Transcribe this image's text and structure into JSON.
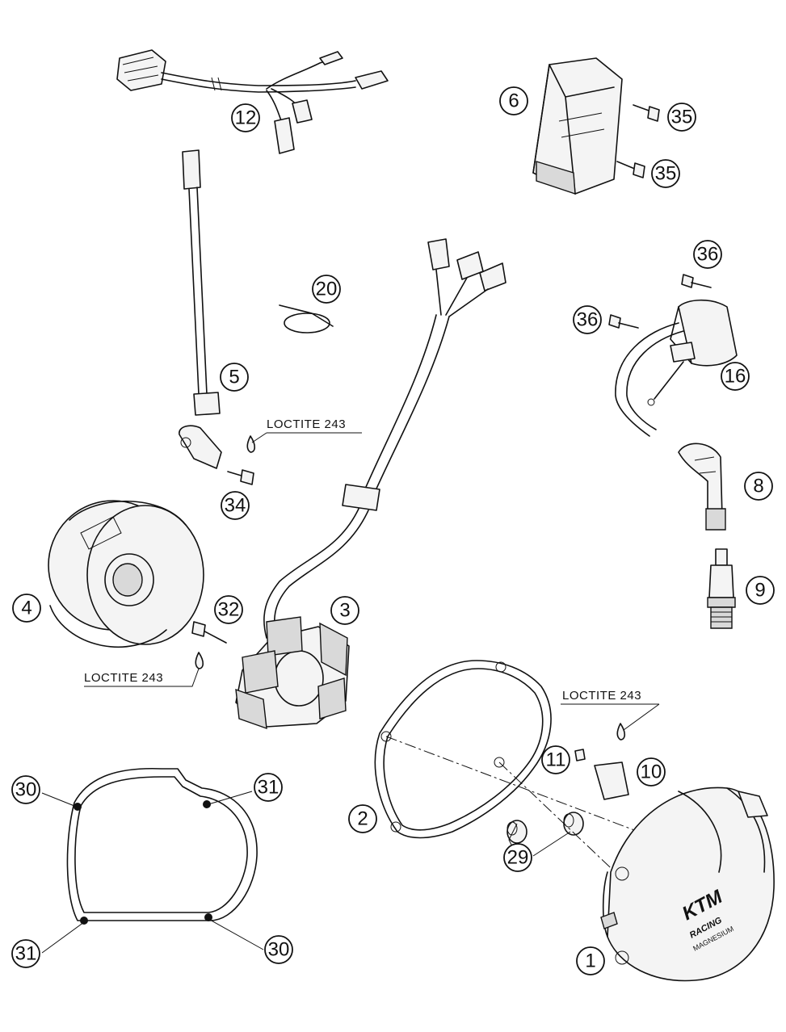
{
  "callouts": {
    "c1": "1",
    "c2": "2",
    "c3": "3",
    "c4": "4",
    "c5": "5",
    "c6": "6",
    "c8": "8",
    "c9": "9",
    "c10": "10",
    "c11": "11",
    "c12": "12",
    "c16": "16",
    "c20": "20",
    "c29": "29",
    "c30a": "30",
    "c30b": "30",
    "c31a": "31",
    "c31b": "31",
    "c32": "32",
    "c34": "34",
    "c35a": "35",
    "c35b": "35",
    "c36a": "36",
    "c36b": "36"
  },
  "notes": {
    "loctite_a": "LOCTITE 243",
    "loctite_b": "LOCTITE 243",
    "loctite_c": "LOCTITE 243"
  },
  "cover_logo": {
    "brand": "KTM",
    "line2": "RACING",
    "line3": "MAGNESIUM"
  }
}
